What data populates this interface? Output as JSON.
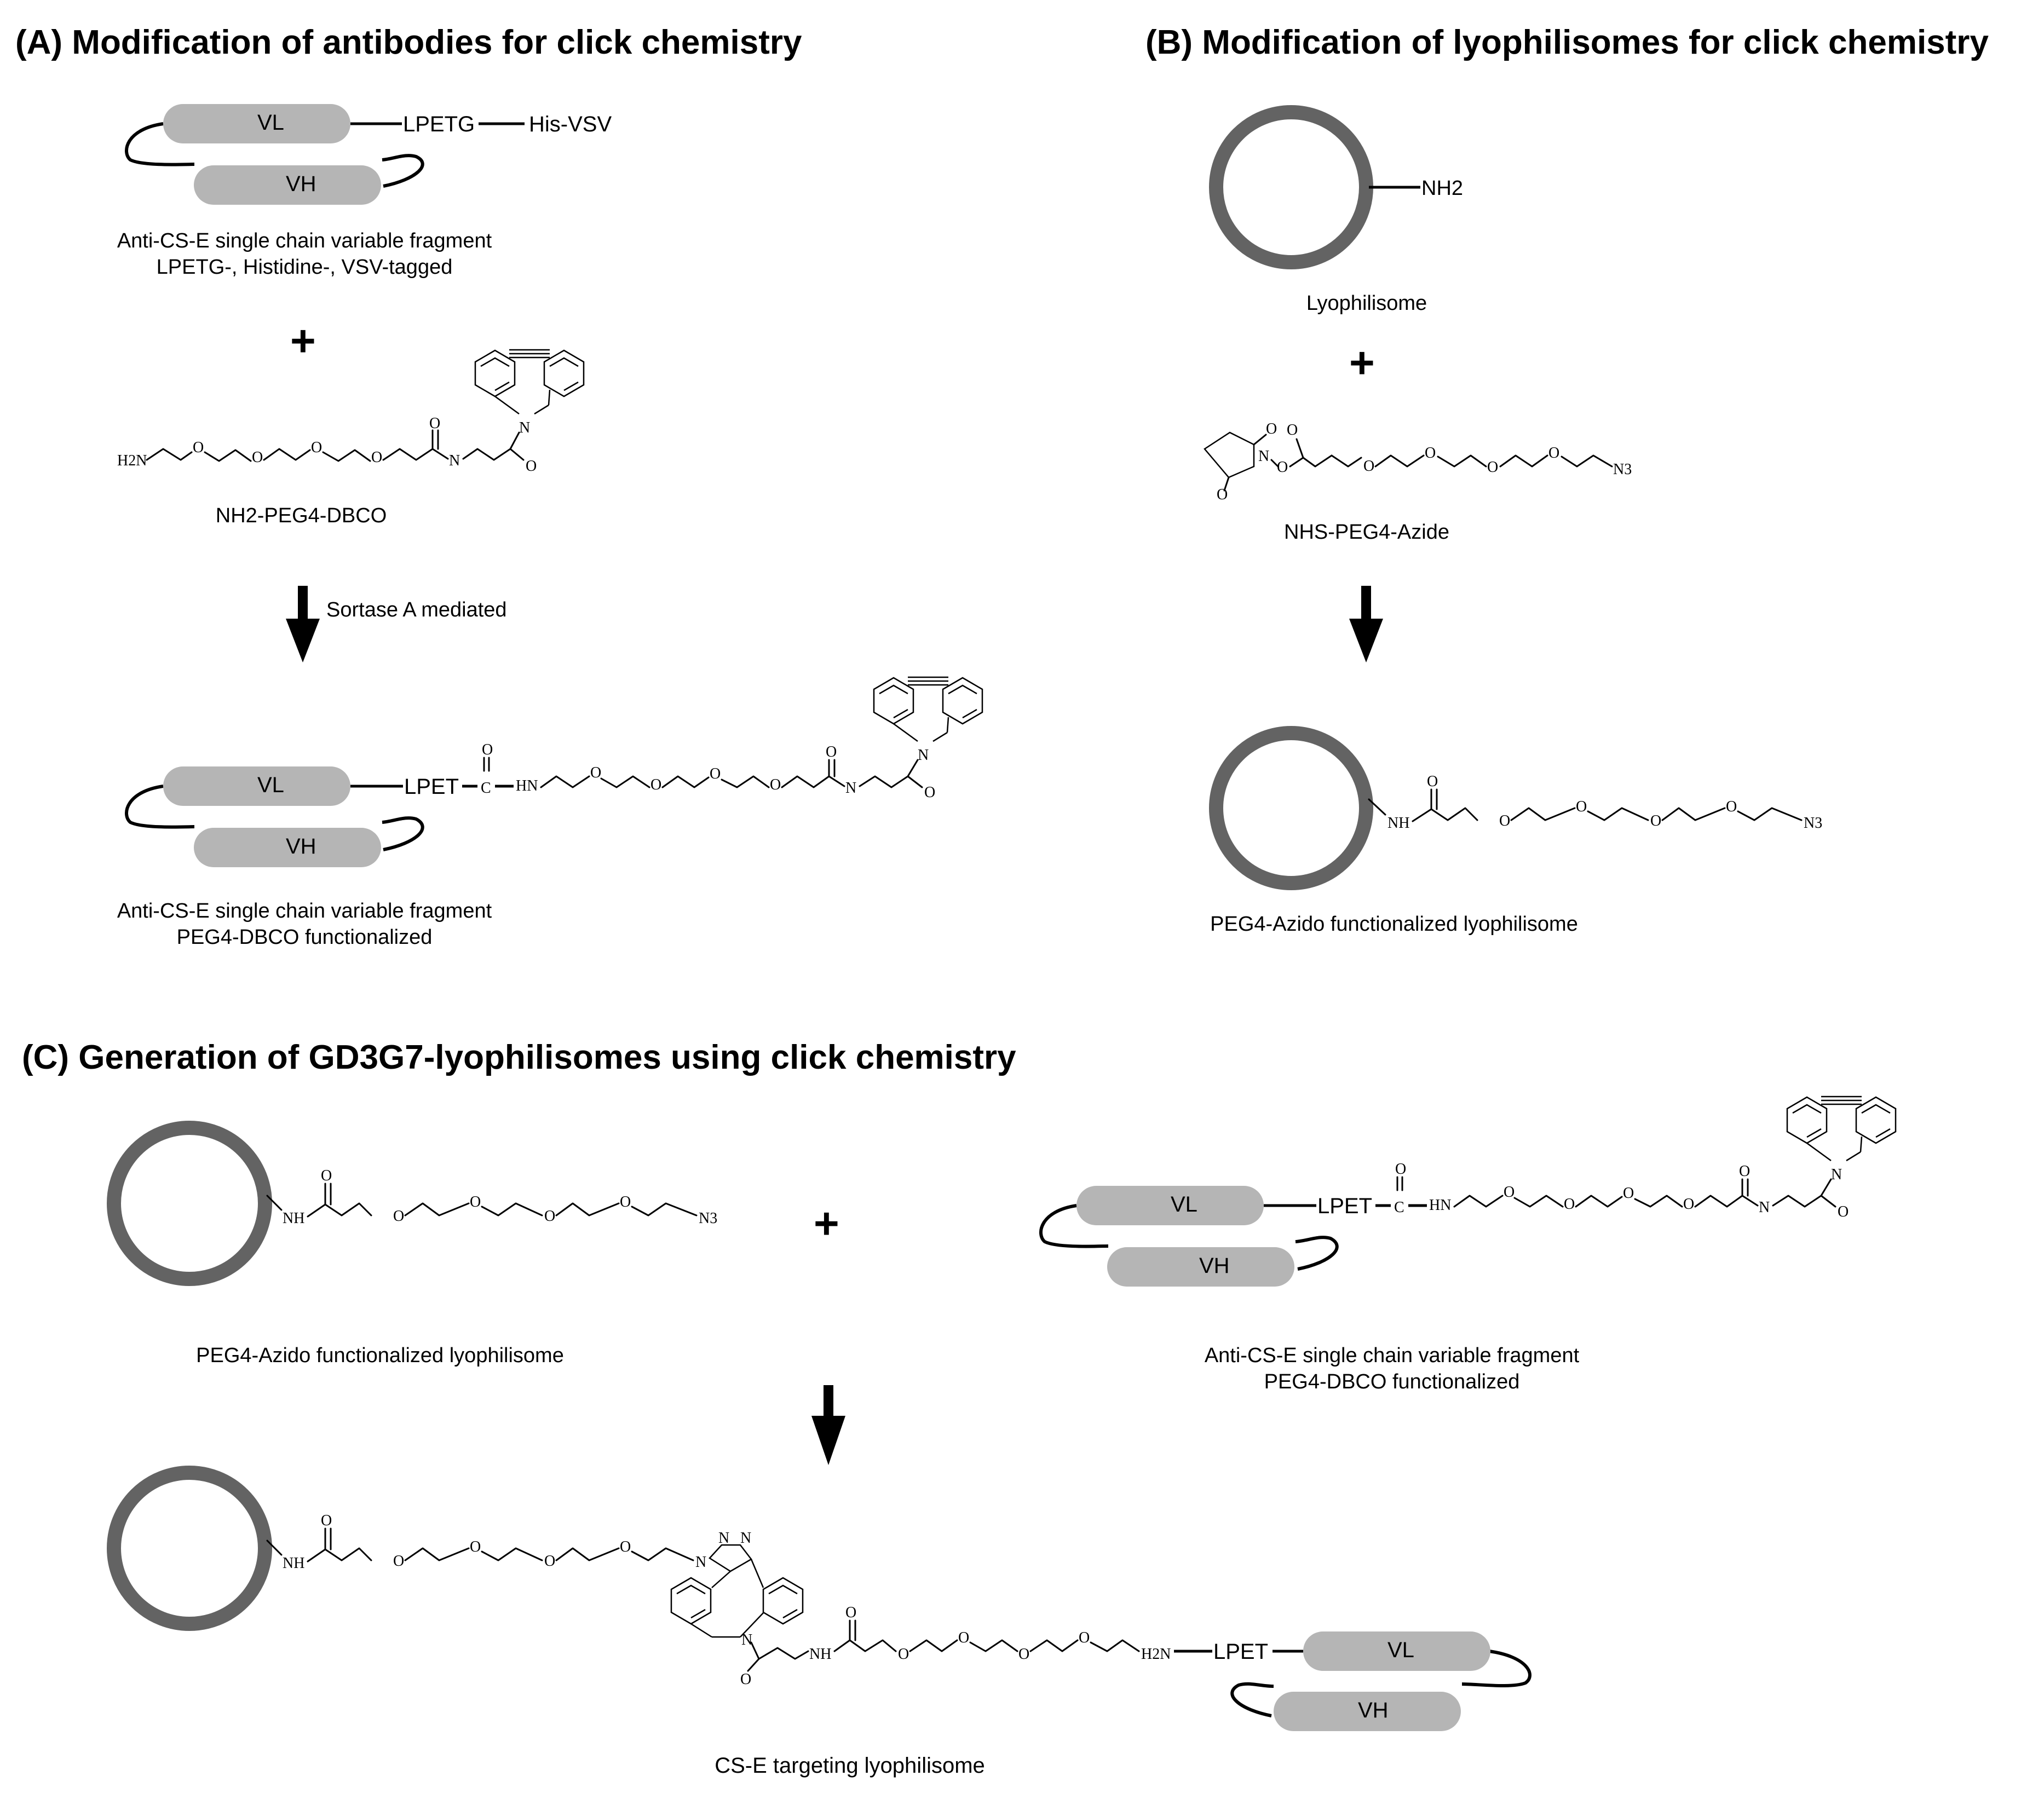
{
  "panels": {
    "a": {
      "title": "(A) Modification of antibodies for click chemistry",
      "scfv_tags": {
        "lpetg": "LPETG",
        "tag": "His-VSV"
      },
      "scfv_caption": [
        "Anti-CS-E single chain variable fragment",
        "LPETG-, Histidine-, VSV-tagged"
      ],
      "plus": "+",
      "reagent_caption": "NH2-PEG4-DBCO",
      "arrow_label": "Sortase A mediated",
      "product_tag": "LPET",
      "product_caption": [
        "Anti-CS-E single chain variable fragment",
        "PEG4-DBCO functionalized"
      ]
    },
    "b": {
      "title": "(B) Modification of lyophilisomes for click chemistry",
      "amine": "NH2",
      "lyophilisome_caption": "Lyophilisome",
      "plus": "+",
      "reagent_caption": "NHS-PEG4-Azide",
      "product_caption": "PEG4-Azido functionalized lyophilisome"
    },
    "c": {
      "title": "(C) Generation of GD3G7-lyophilisomes using click chemistry",
      "plus": "+",
      "left_caption": "PEG4-Azido functionalized lyophilisome",
      "right_tag": "LPET",
      "right_caption": [
        "Anti-CS-E single chain variable fragment",
        "PEG4-DBCO functionalized"
      ],
      "final_tag": "LPET",
      "final_caption": "CS-E targeting lyophilisome"
    }
  },
  "domain_labels": {
    "vl": "VL",
    "vh": "VH"
  },
  "atoms": {
    "O": "O",
    "N": "N",
    "NH": "NH",
    "HN": "HN",
    "H2N": "H2N",
    "N3": "N3",
    "C": "C"
  },
  "colors": {
    "domain_fill": "#b5b5b5",
    "liposome_ring": "#636363",
    "ink": "#000000",
    "background": "#ffffff"
  }
}
